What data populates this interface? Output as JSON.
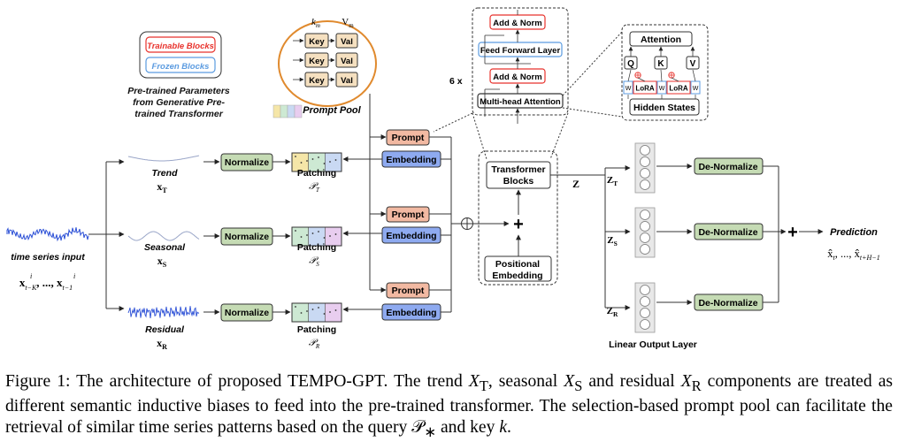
{
  "legend": {
    "trainable": "Trainable Blocks",
    "frozen": "Frozen Blocks"
  },
  "pretrained_note": [
    "Pre-trained Parameters",
    "from Generative Pre-",
    "trained Transformer"
  ],
  "prompt_pool": {
    "title": "Prompt Pool",
    "key_label": "Key",
    "val_label": "Val",
    "k_header": "k",
    "k_sub": "m",
    "v_header": "V",
    "v_sub": "m"
  },
  "input": {
    "label": "time series input",
    "formula": "x",
    "formula_sub": "t−K",
    "formula_mid": ", ..., x",
    "formula_sub2": "t−1",
    "formula_sup": "i"
  },
  "components": [
    {
      "name": "Trend",
      "sym": "x",
      "sub": "T",
      "pat": "𝒫",
      "pat_sub": "T"
    },
    {
      "name": "Seasonal",
      "sym": "x",
      "sub": "S",
      "pat": "𝒫",
      "pat_sub": "S"
    },
    {
      "name": "Residual",
      "sym": "x",
      "sub": "R",
      "pat": "𝒫",
      "pat_sub": "R"
    }
  ],
  "blocks": {
    "normalize": "Normalize",
    "patching": "Patching",
    "prompt": "Prompt",
    "embedding": "Embedding",
    "transformer": [
      "Transformer",
      "Blocks"
    ],
    "positional": [
      "Positional",
      "Embedding"
    ],
    "denormalize": "De-Normalize",
    "prediction": "Prediction",
    "prediction_formula": "x̂",
    "linear_output": "Linear Output Layer",
    "z": "Z",
    "z_sub": [
      "T",
      "S",
      "R"
    ]
  },
  "transformer_detail": {
    "repeat": "6 x",
    "add_norm": "Add & Norm",
    "ffn": "Feed Forward Layer",
    "mha": "Multi-head Attention"
  },
  "attention_detail": {
    "title": "Attention",
    "q": "Q",
    "k": "K",
    "v": "V",
    "lora": "LoRA",
    "w": "W",
    "hidden": "Hidden States"
  },
  "colors": {
    "normalize": "#c5dbb4",
    "prompt": "#f2b9a2",
    "embedding": "#8eaaf0",
    "denorm": "#c5dbb4",
    "trainable": "#e8322c",
    "frozen": "#5b9be0",
    "pool": "#f5e0c0",
    "orange": "#e08a2e"
  },
  "caption": {
    "line1a": "Figure 1: The architecture of proposed TEMPO-GPT. The trend ",
    "xt": "X",
    "xt_sub": "T",
    "line1b": ", seasonal ",
    "xs": "X",
    "xs_sub": "S",
    "line1c": " and residual ",
    "xr": "X",
    "xr_sub": "R",
    "line1d": " components are treated as different semantic inductive biases to feed into the pre-trained transformer. The selection-based prompt pool can facilitate the retrieval of similar time series patterns based on the query ",
    "p": "𝒫",
    "p_sub": "∗",
    "line1e": " and key ",
    "k": "k",
    "line1f": "."
  }
}
